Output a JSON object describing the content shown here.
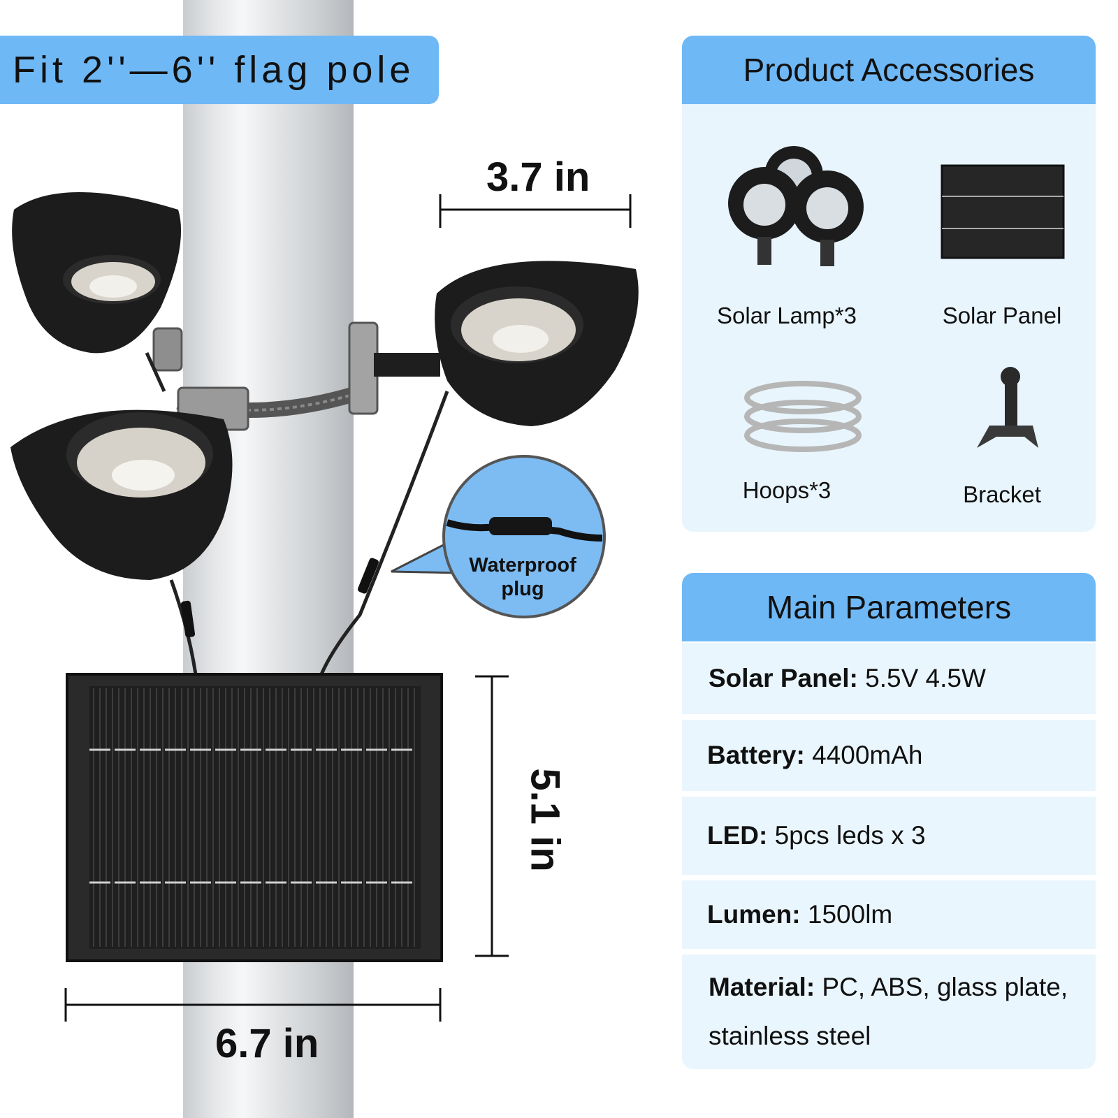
{
  "header": {
    "fit_label": "Fit 2''—6'' flag pole"
  },
  "dimensions": {
    "lamp_width": "3.7 in",
    "panel_height": "5.1 in",
    "panel_width": "6.7 in"
  },
  "callout": {
    "line1": "Waterproof",
    "line2": "plug"
  },
  "accessories": {
    "title": "Product  Accessories",
    "items": [
      {
        "label": "Solar Lamp*3",
        "icon": "solar-lamp-icon"
      },
      {
        "label": "Solar Panel",
        "icon": "solar-panel-icon"
      },
      {
        "label": "Hoops*3",
        "icon": "hoop-icon"
      },
      {
        "label": "Bracket",
        "icon": "bracket-icon"
      }
    ]
  },
  "parameters": {
    "title": "Main Parameters",
    "rows": [
      {
        "key": "Solar Panel:",
        "value": " 5.5V 4.5W"
      },
      {
        "key": "Battery:",
        "value": " 4400mAh"
      },
      {
        "key": "LED:",
        "value": " 5pcs leds x 3"
      },
      {
        "key": "Lumen:",
        "value": " 1500lm"
      },
      {
        "key": "Material:",
        "value": " PC, ABS, glass plate,",
        "value2": "stainless steel"
      }
    ]
  },
  "colors": {
    "accent_blue": "#6fb8f6",
    "panel_bg": "#e8f5fd",
    "lamp_black": "#1c1c1c"
  }
}
